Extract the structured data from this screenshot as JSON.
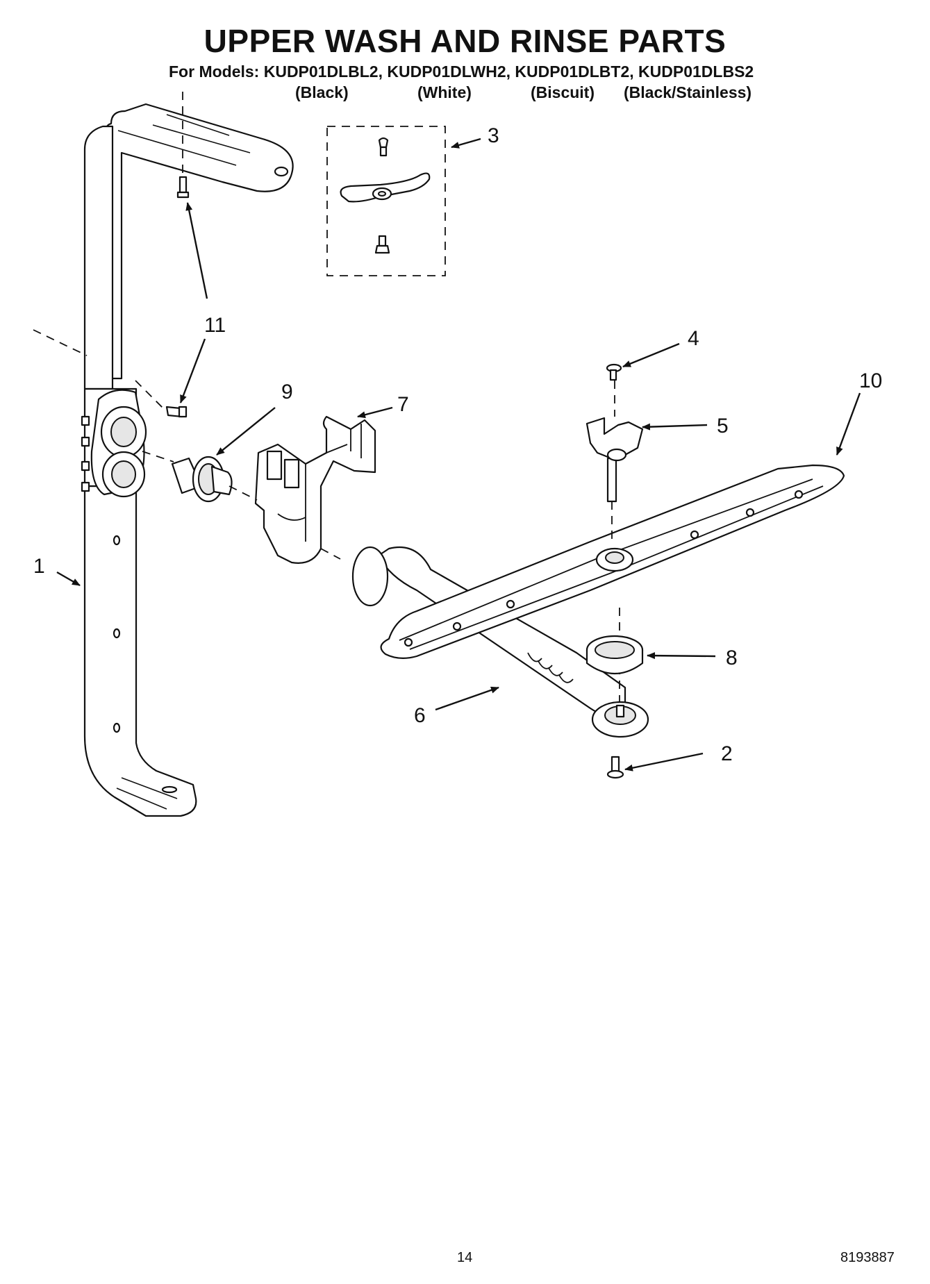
{
  "header": {
    "title": "UPPER WASH AND RINSE PARTS",
    "models": "For Models: KUDP01DLBL2, KUDP01DLWH2, KUDP01DLBT2, KUDP01DLBS2",
    "colors": [
      "(Black)",
      "(White)",
      "(Biscuit)",
      "(Black/Stainless)"
    ]
  },
  "callouts": [
    "1",
    "2",
    "3",
    "4",
    "5",
    "6",
    "7",
    "8",
    "9",
    "10",
    "11",
    "11"
  ],
  "footer": {
    "page_number": "14",
    "doc_number": "8193887"
  }
}
